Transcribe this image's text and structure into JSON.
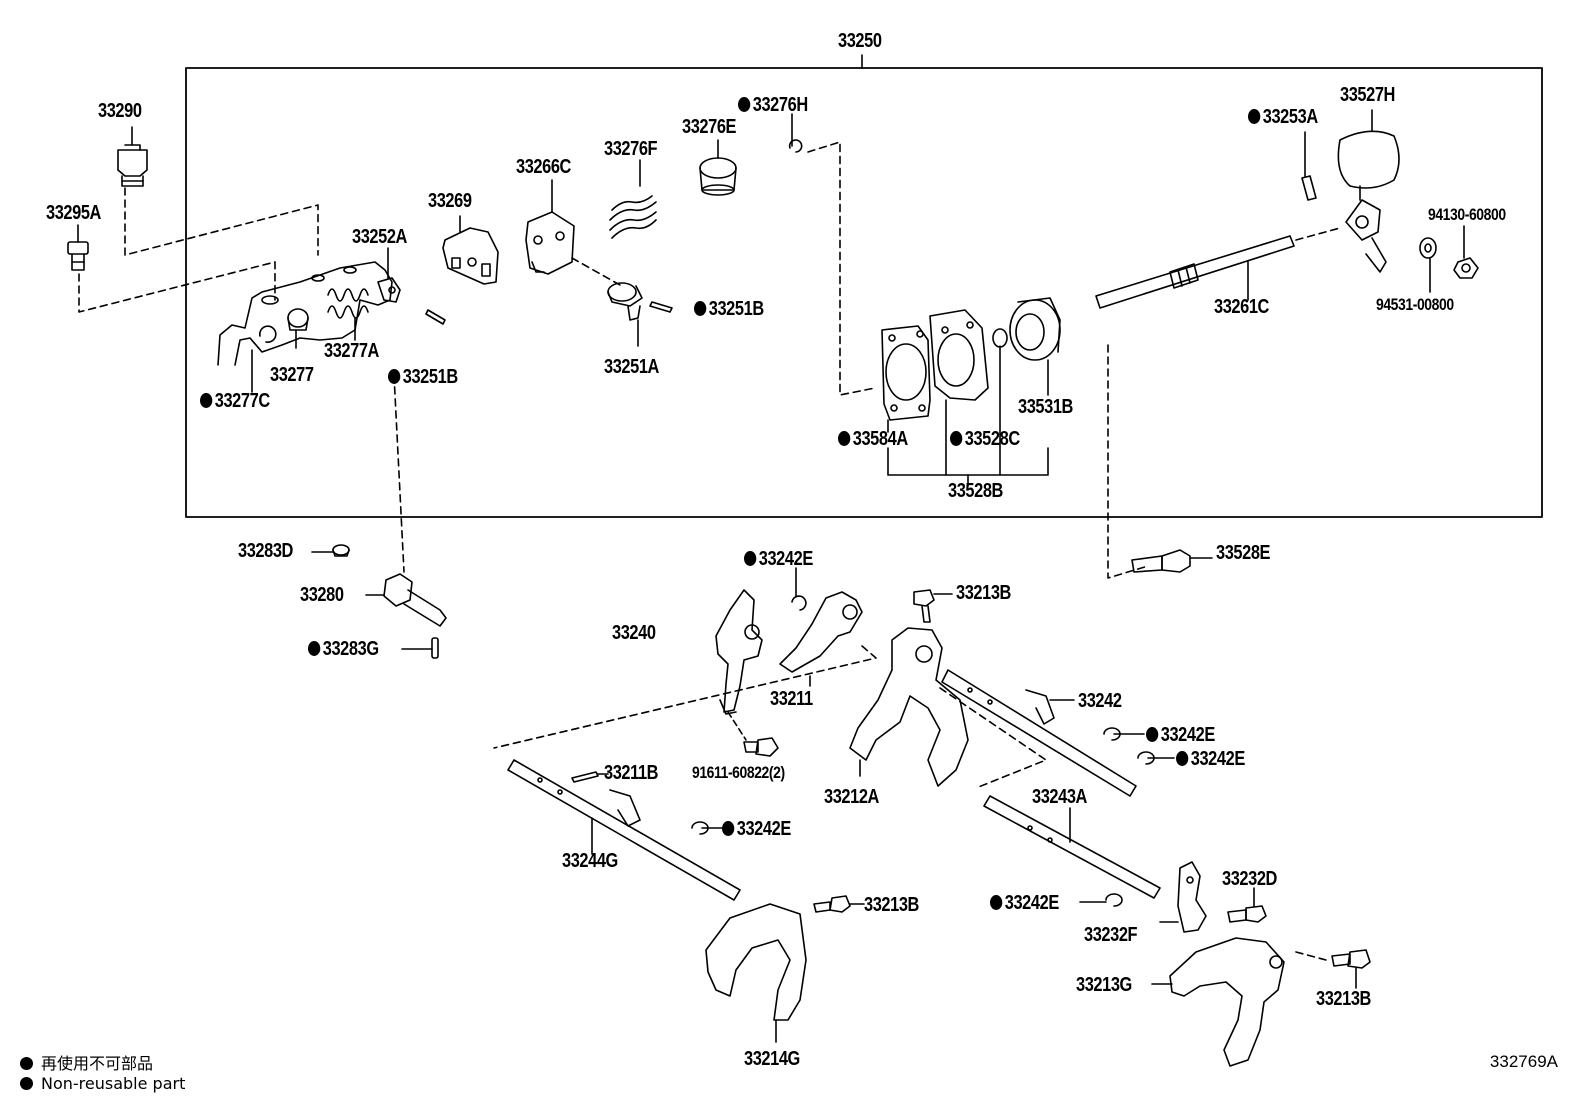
{
  "diagram": {
    "assembly_label": "33250",
    "labels": {
      "p33290": "33290",
      "p33295A": "33295A",
      "p33252A": "33252A",
      "p33269": "33269",
      "p33266C": "33266C",
      "p33276F": "33276F",
      "p33276E": "33276E",
      "p33276H": "33276H",
      "p33253A": "33253A",
      "p33527H": "33527H",
      "p94130": "94130-60800",
      "p94531": "94531-00800",
      "p33261C": "33261C",
      "p33251B_a": "33251B",
      "p33251A": "33251A",
      "p33277A": "33277A",
      "p33277": "33277",
      "p33277C": "33277C",
      "p33251B_b": "33251B",
      "p33531B": "33531B",
      "p33584A": "33584A",
      "p33528C": "33528C",
      "p33528B": "33528B",
      "p33283D": "33283D",
      "p33280": "33280",
      "p33283G": "33283G",
      "p33242E_top": "33242E",
      "p33240": "33240",
      "p33211": "33211",
      "p33213B_top": "33213B",
      "p33528E": "33528E",
      "p33242": "33242",
      "p33242E_r1": "33242E",
      "p33242E_r2": "33242E",
      "p91611": "91611-60822(2)",
      "p33212A": "33212A",
      "p33211B": "33211B",
      "p33243A": "33243A",
      "p33242E_mid": "33242E",
      "p33244G": "33244G",
      "p33213B_mid": "33213B",
      "p33232D": "33232D",
      "p33242E_low": "33242E",
      "p33232F": "33232F",
      "p33213G": "33213G",
      "p33213B_low": "33213B",
      "p33214G": "33214G"
    },
    "legend": {
      "line1": "再使用不可部品",
      "line2": "Non-reusable part"
    },
    "figure_code": "332769A"
  }
}
